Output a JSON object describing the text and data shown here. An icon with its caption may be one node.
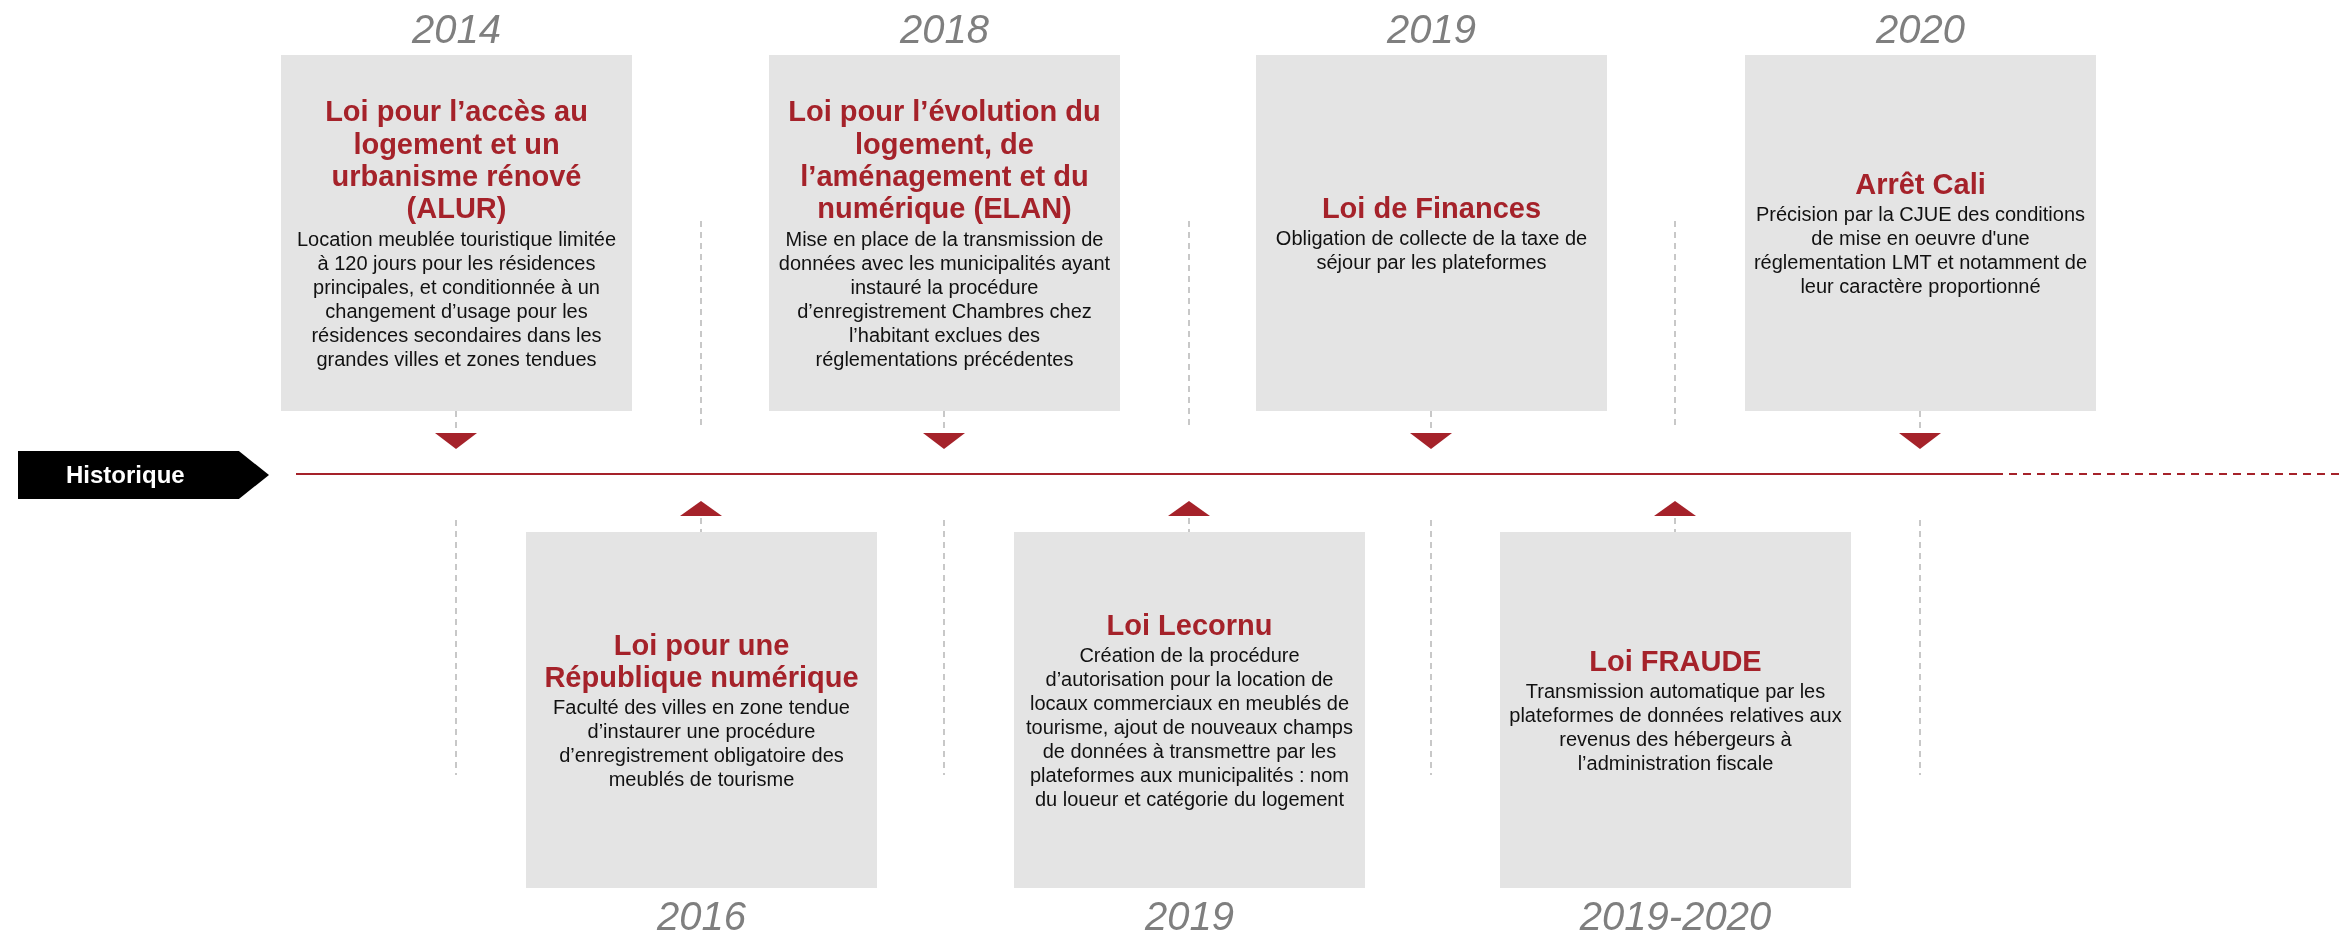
{
  "diagram": {
    "nodes": [
      {
        "text": [
          "Historique"
        ]
      },
      {
        "text": [
          "Loi pour l’accès au logement et un urbanisme rénové (ALUR)",
          "Location meublée touristique limitée à 120 jours pour les résidences principales, et conditionnée à un changement d’usage pour les résidences secondaires dans les grandes villes et zones tendues"
        ],
        "beside": [
          "2014"
        ]
      },
      {
        "text": [
          "Loi pour une République numérique",
          "Faculté des villes en zone tendue d’instaurer une procédure d’enregistrement obligatoire des meublés de tourisme"
        ],
        "beside": [
          "2016"
        ]
      },
      {
        "text": [
          "Loi pour l’évolution du logement, de l’aménagement et du numérique (ELAN)",
          "Mise en place de la transmission de données avec les municipalités ayant instauré la procédure d’enregistrement Chambres chez l’habitant exclues des réglementations précédentes"
        ],
        "beside": [
          "2018"
        ]
      },
      {
        "text": [
          "Loi Lecornu",
          "Création de la procédure d’autorisation pour la location de locaux commerciaux en meublés de tourisme, ajout de nouveaux champs de données à transmettre par les plateformes aux municipalités : nom du loueur et catégorie du logement"
        ],
        "beside": [
          "2019"
        ]
      },
      {
        "text": [
          "Loi de Finances",
          "Obligation de collecte de la taxe de séjour par les plateformes"
        ],
        "beside": [
          "2019"
        ]
      },
      {
        "text": [
          "Loi FRAUDE",
          "Transmission automatique par les plateformes de données relatives aux revenus des hébergeurs à l’administration fiscale"
        ],
        "beside": [
          "2019-2020"
        ]
      },
      {
        "text": [
          "Arrêt Cali",
          "Précision par la CJUE des conditions de mise en oeuvre d'une réglementation LMT et notamment de leur caractère proportionné"
        ],
        "beside": [
          "2020"
        ]
      }
    ]
  }
}
